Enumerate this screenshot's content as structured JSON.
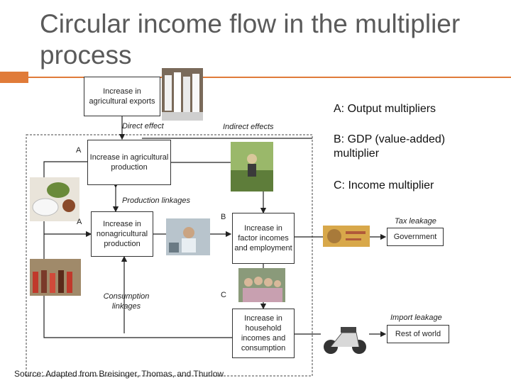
{
  "title": "Circular income flow in the multiplier process",
  "boxes": {
    "exports": "Increase in agricultural exports",
    "ag_production": "Increase in agricultural production",
    "nonag_production": "Increase in nonagricultural production",
    "factor_incomes": "Increase in factor incomes and employment",
    "household": "Increase in household incomes and consumption",
    "government": "Government",
    "rest_of_world": "Rest of world"
  },
  "labels": {
    "direct_effect": "Direct effect",
    "indirect_effects": "Indirect effects",
    "production_linkages": "Production linkages",
    "consumption_linkages": "Consumption linkages",
    "tax_leakage": "Tax leakage",
    "import_leakage": "Import leakage",
    "letter_a1": "A",
    "letter_a2": "A",
    "letter_b": "B",
    "letter_c": "C"
  },
  "legend": {
    "a": "A: Output multipliers",
    "b": "B: GDP (value-added) multiplier",
    "c": "C: Income multiplier"
  },
  "source": "Source: Adapted from Breisinger, Thomas, and Thurlow",
  "colors": {
    "accent": "#e07b39",
    "title": "#5a5a5a"
  }
}
